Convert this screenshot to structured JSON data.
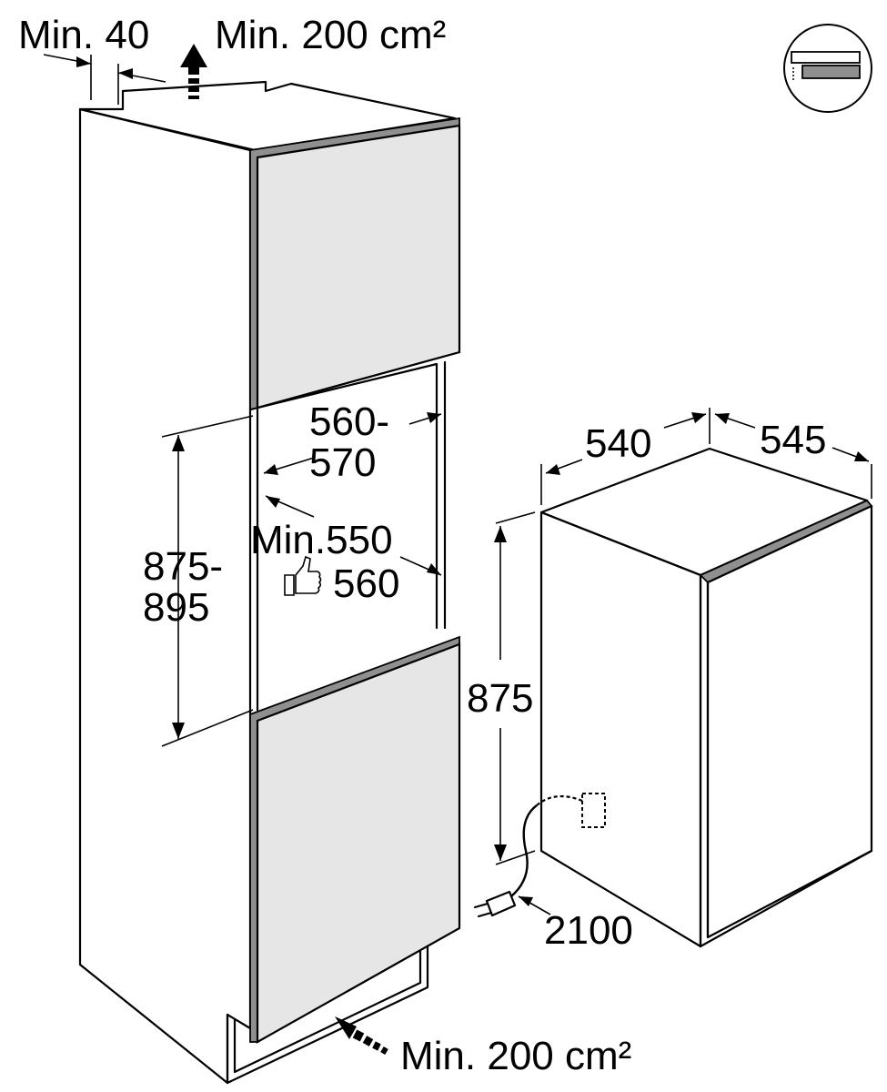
{
  "labels": {
    "ventilation_gap": "Min. 40",
    "vent_top": "Min. 200 cm²",
    "vent_bottom": "Min. 200 cm²",
    "niche_width_line1": "560-",
    "niche_width_line2": "570",
    "niche_height_line1": "875-",
    "niche_height_line2": "895",
    "min_depth": "Min.550",
    "recommended_depth": "560",
    "appliance_width": "540",
    "appliance_depth": "545",
    "appliance_height": "875",
    "cable_length": "2100"
  },
  "icons": {
    "recommended": "thumbs-up-icon",
    "installation_type": "flat-hinge-door-icon",
    "mains_plug": "power-plug-icon",
    "vent_arrow": "airflow-arrow-icon"
  }
}
